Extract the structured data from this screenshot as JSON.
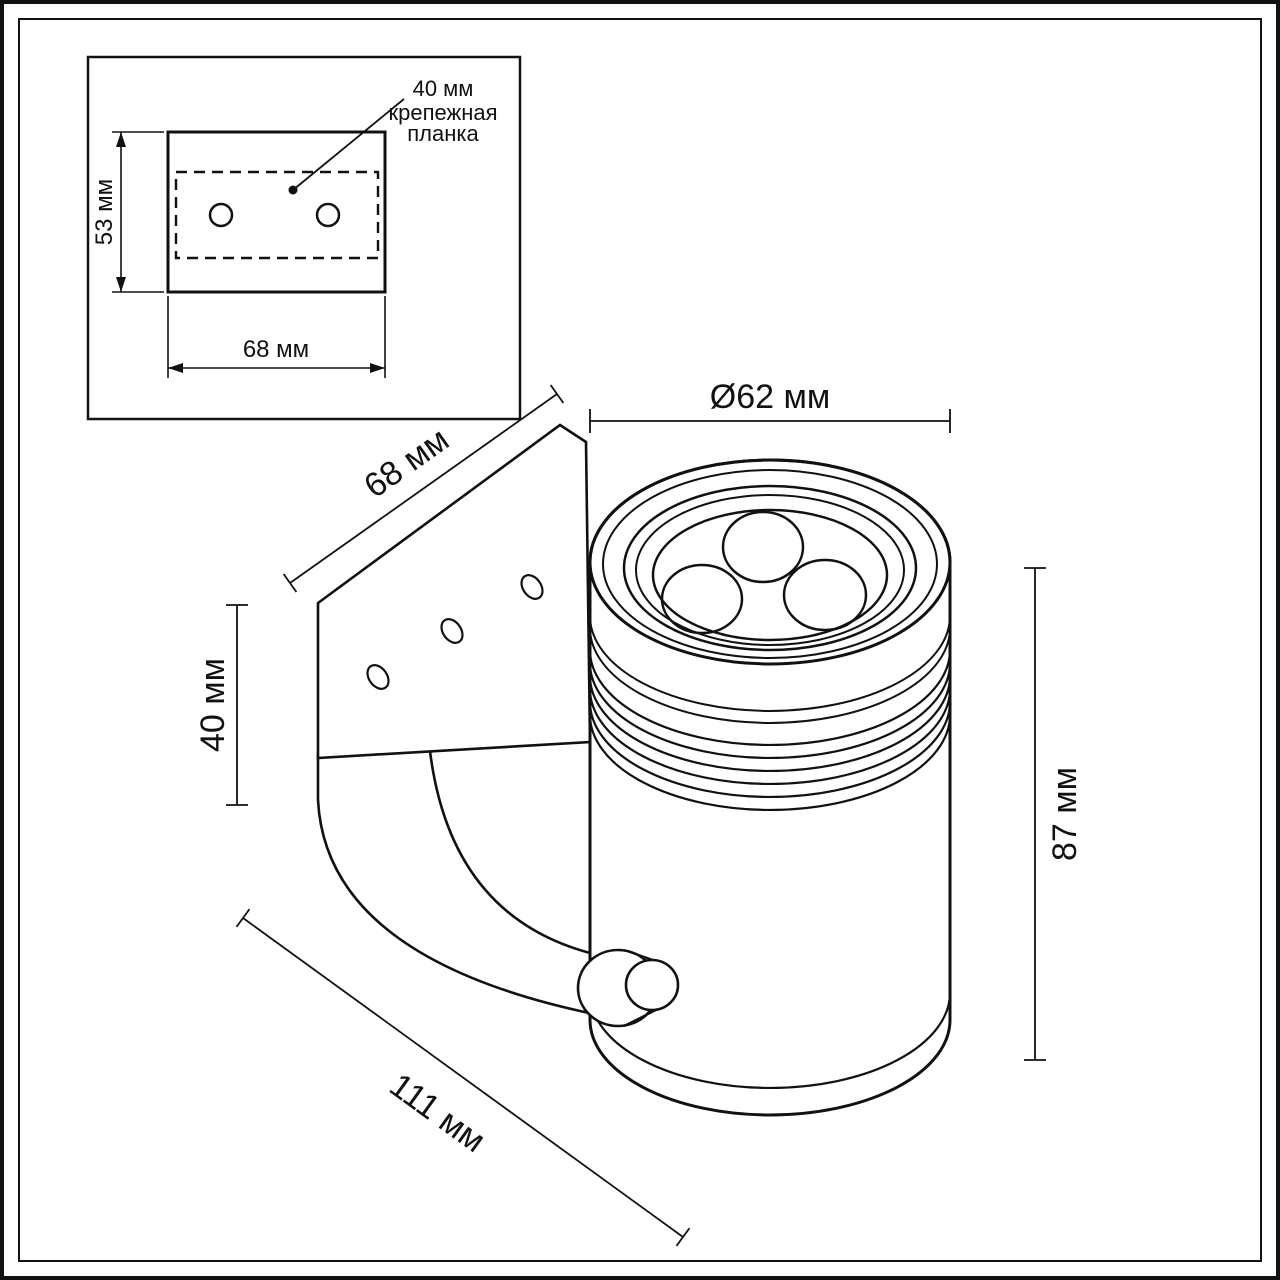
{
  "inset": {
    "callout_value": "40 мм",
    "callout_label_line1": "крепежная",
    "callout_label_line2": "планка",
    "dim_height": "53 мм",
    "dim_width": "68 мм"
  },
  "main": {
    "dim_diameter": "Ø62 мм",
    "dim_bracket_width": "68 мм",
    "dim_bracket_height": "40 мм",
    "dim_body_height": "87 мм",
    "dim_overall_length": "111 мм"
  }
}
